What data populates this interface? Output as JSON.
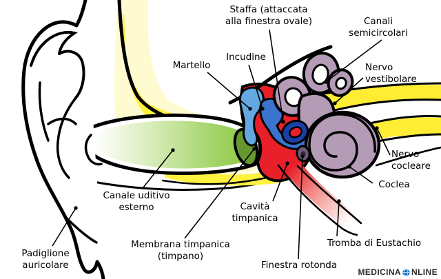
{
  "diagram": {
    "description": "Anatomia dell'orecchio umano",
    "labels": [
      {
        "id": "staffa",
        "text": "Staffa (attaccata\nalla finestra ovale)"
      },
      {
        "id": "canali",
        "text": "Canali\nsemicircolari"
      },
      {
        "id": "martello",
        "text": "Martello"
      },
      {
        "id": "incudine",
        "text": "Incudine"
      },
      {
        "id": "nervo-vestibolare",
        "text": "Nervo\nvestibolare"
      },
      {
        "id": "nervo-cocleare",
        "text": "Nervo\ncocleare"
      },
      {
        "id": "coclea",
        "text": "Coclea"
      },
      {
        "id": "canale-uditivo",
        "text": "Canale uditivo\nesterno"
      },
      {
        "id": "cavita-timpanica",
        "text": "Cavità\ntimpanica"
      },
      {
        "id": "membrana-timpanica",
        "text": "Membrana timpanica\n(timpano)"
      },
      {
        "id": "padiglione",
        "text": "Padiglione\nauricolare"
      },
      {
        "id": "tromba",
        "text": "Tromba di Eustachio"
      },
      {
        "id": "finestra-rotonda",
        "text": "Finestra rotonda"
      }
    ],
    "colors": {
      "outline": "#000000",
      "background": "#FFFFFF",
      "bone_pale_yellow": "#FFFBD0",
      "bone_bright_yellow": "#FFF23F",
      "nerve_yellow": "#FFED33",
      "canal_green": "#8CC63F",
      "eardrum_green": "#67982F",
      "cavity_red": "#E8202A",
      "malleus_blue": "#64A8E1",
      "incus_blue": "#3B74CE",
      "stapes_blue": "#1C3FA6",
      "labyrinth_purple": "#B49BB6",
      "round_window_purple": "#6E5B7B",
      "eustachian_pink": "#F2928F"
    }
  },
  "watermark": {
    "brand_prefix": "MEDICINA",
    "brand_suffix": "NLINE",
    "icon": "globe-icon",
    "text_color": "#2E2E2E",
    "globe_blue": "#1B6FC8"
  }
}
